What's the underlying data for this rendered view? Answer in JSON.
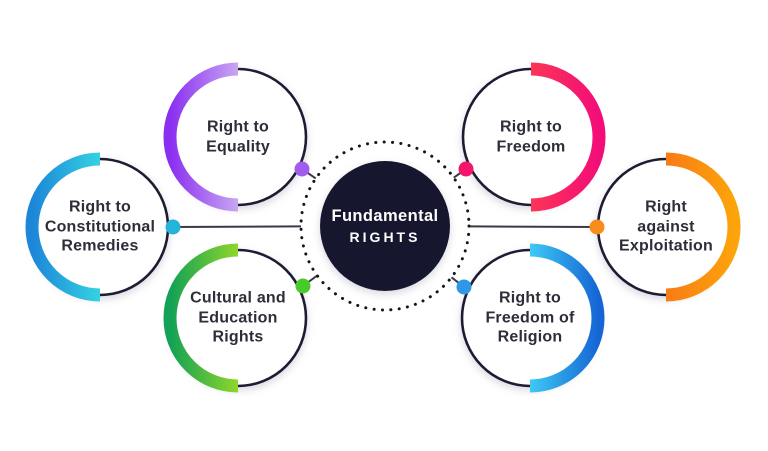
{
  "title": "Fundamental Rights infographic",
  "colors": {
    "background": "#ffffff",
    "ring_ink": "#1b1b32",
    "label_text": "#2e2e3a",
    "connector_line": "#3a3a46",
    "hub_fill": "#16152f",
    "hub_text": "#ffffff",
    "dotted_ring": "#161616"
  },
  "hub": {
    "line1": "Fundamental",
    "line2": "RIGHTS"
  },
  "nodes": [
    {
      "id": "equality",
      "label": "Right to\nEquality",
      "arc_side": "left",
      "color_mid": "#8a2ff0",
      "color_ends": "#c8a6f2",
      "dot_color": "#a15cef"
    },
    {
      "id": "freedom",
      "label": "Right to\nFreedom",
      "arc_side": "right",
      "color_mid": "#f30d78",
      "color_ends": "#fb3557",
      "dot_color": "#f6156a"
    },
    {
      "id": "constitutional",
      "label": "Right to\nConstitutional\nRemedies",
      "arc_side": "left",
      "color_mid": "#1c86d8",
      "color_ends": "#35d2e2",
      "dot_color": "#24b3d9"
    },
    {
      "id": "exploitation",
      "label": "Right against\nExploitation",
      "arc_side": "right",
      "color_mid": "#fca40a",
      "color_ends": "#f87b15",
      "dot_color": "#f78b1c"
    },
    {
      "id": "cultural",
      "label": "Cultural and\nEducation\nRights",
      "arc_side": "left",
      "color_mid": "#12a156",
      "color_ends": "#8fd62a",
      "dot_color": "#46cb2b"
    },
    {
      "id": "religion",
      "label": "Right to\nFreedom of\nReligion",
      "arc_side": "right",
      "color_mid": "#1566d4",
      "color_ends": "#3ec9f4",
      "dot_color": "#2e97e6"
    }
  ]
}
